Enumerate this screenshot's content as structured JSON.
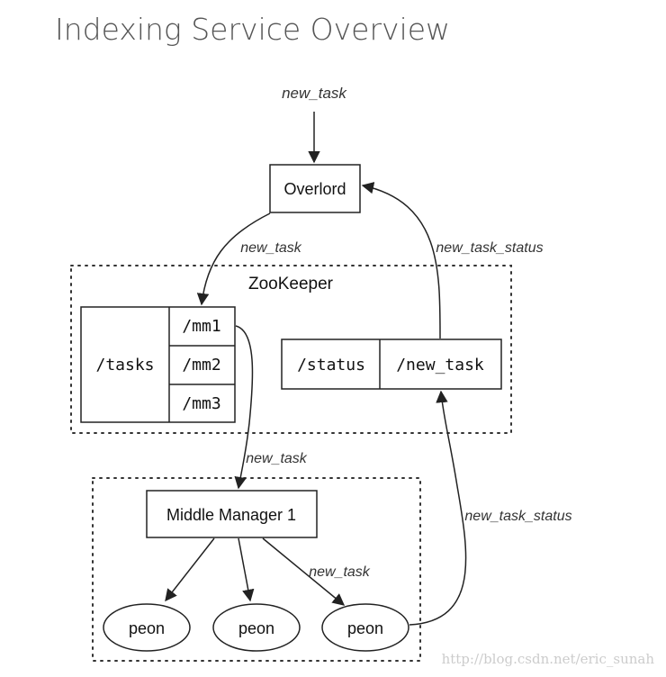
{
  "title": "Indexing Service Overview",
  "nodes": {
    "overlord": "Overlord",
    "zookeeper": "ZooKeeper",
    "tasks": "/tasks",
    "mm1": "/mm1",
    "mm2": "/mm2",
    "mm3": "/mm3",
    "status": "/status",
    "status_new_task": "/new_task",
    "middle_manager": "Middle Manager 1",
    "peon_1": "peon",
    "peon_2": "peon",
    "peon_3": "peon"
  },
  "edges": {
    "incoming": "new_task",
    "overlord_to_tasks": "new_task",
    "status_to_overlord": "new_task_status",
    "mm1_to_manager": "new_task",
    "manager_to_peon": "new_task",
    "peon_to_status": "new_task_status"
  },
  "watermark": "http://blog.csdn.net/eric_sunah"
}
